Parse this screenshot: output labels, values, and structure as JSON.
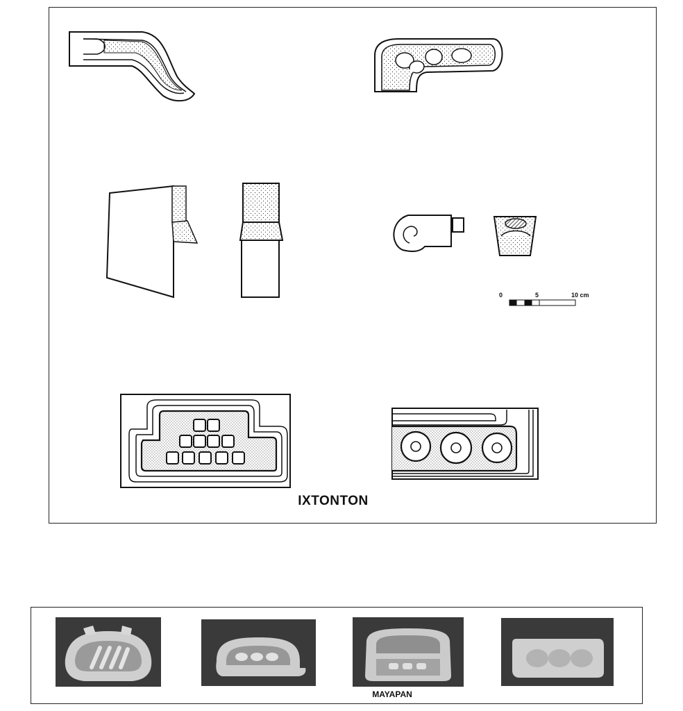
{
  "panels": {
    "top_label": "IXTONTON",
    "bottom_label": "MAYAPAN"
  },
  "scale_bar": {
    "tick_0": "0",
    "tick_5": "5",
    "tick_10": "10 cm"
  }
}
